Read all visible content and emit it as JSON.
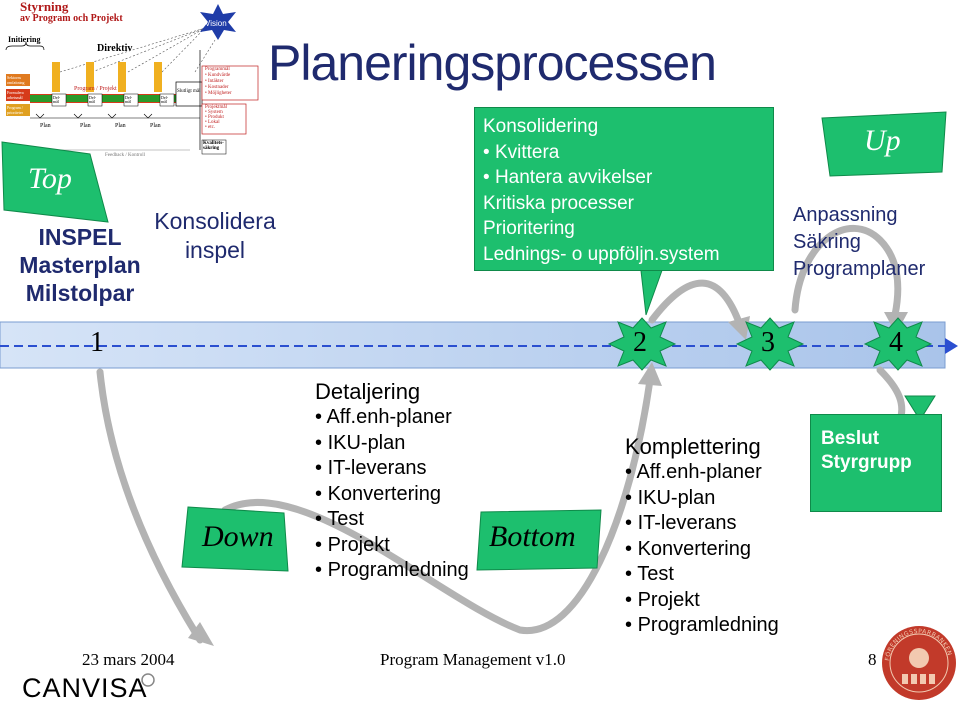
{
  "thumb": {
    "title_1": "Styrning",
    "title_2": "av Program och Projekt",
    "initiering": "Initiering",
    "direktiv": "Direktiv",
    "vision": "Vision",
    "program_projekt": "Program / Projekt",
    "slutligt_mal": "Slutligt mål",
    "delmal": [
      "Del-mål",
      "Del-mål",
      "Del-mål",
      "Del-mål"
    ],
    "plan": [
      "Plan",
      "Plan",
      "Plan",
      "Plan"
    ],
    "left_labels": [
      "Sektorns omfattning",
      "Formulera arbetsmål",
      "Program / prioriteter"
    ],
    "programmal": [
      "Programmål",
      "• Kundvärde",
      "• Intäkter",
      "• Kostnader",
      "• Möjligheter"
    ],
    "projektmal": [
      "Projektmål",
      "• System",
      "• Produkt",
      "• Lokal",
      "• etc."
    ],
    "kvalitet": "Kvalitets-säkring",
    "feedback": "Feedback / Kontroll"
  },
  "main_title": "Planeringsprocessen",
  "top": {
    "label": "Top",
    "lines": [
      "INSPEL",
      "Masterplan",
      "Milstolpar"
    ]
  },
  "konsolidera": [
    "Konsolidera",
    "inspel"
  ],
  "konsolidering": {
    "heading": "Konsolidering",
    "bullets": [
      "Kvittera",
      "Hantera avvikelser"
    ],
    "lines": [
      "Kritiska processer",
      "Prioritering",
      "Lednings- o uppföljn.system"
    ]
  },
  "up": {
    "label": "Up",
    "lines": [
      "Anpassning",
      "Säkring",
      "Programplaner"
    ]
  },
  "timeline": {
    "markers": [
      "1",
      "2",
      "3",
      "4"
    ]
  },
  "detaljering": {
    "heading": "Detaljering",
    "bullets": [
      "Aff.enh-planer",
      "IKU-plan",
      "IT-leverans",
      "Konvertering",
      "Test",
      "Projekt",
      "Programledning"
    ]
  },
  "down": "Down",
  "bottom": "Bottom",
  "komplettering": {
    "heading": "Komplettering",
    "bullets": [
      "Aff.enh-planer",
      "IKU-plan",
      "IT-leverans",
      "Konvertering",
      "Test",
      "Projekt",
      "Programledning"
    ]
  },
  "beslut": [
    "Beslut",
    "Styrgrupp"
  ],
  "footer": {
    "date": "23 mars 2004",
    "center": "Program Management v1.0",
    "page": "8",
    "logo": "CANVISA",
    "seal_text": "FÖRENINGSSPARBANKEN"
  },
  "colors": {
    "green": "#1dbf6e",
    "dark_green": "#0f8a4a",
    "blue_band": "#b8d0ee",
    "arrow_gray": "#b3b3b3",
    "title_blue": "#1f2a6e",
    "brand_red": "#b01818"
  }
}
